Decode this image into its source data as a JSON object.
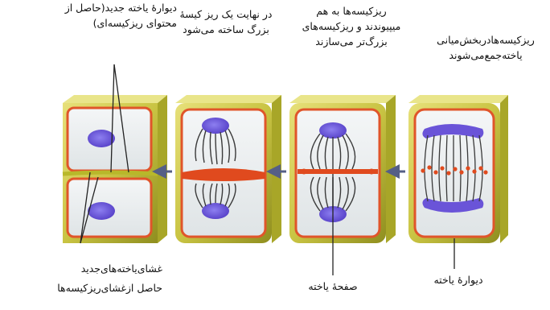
{
  "labels": {
    "top_left": "دیوارهٔ یاخته جدید(حاصل از\nمحتوای ریزکیسه‌ای)",
    "top_2": "در نهایت یک ریز کیسهٔ\nبزرگ ساخته می‌شود",
    "top_3": "ریزکیسه‌ها به هم\nمیپیوندند و ریزکیسه‌های\nبزرگ‌تر می‌سازند",
    "top_right": "ریزکیسه‌هادربخش‌میانی\nیاخته‌جمع‌می‌شوند",
    "bottom_left": "غشای‌یاخته‌های‌جدید\nحاصل از‌غشای‌ریزکیسه‌ها",
    "bottom_mid": "صفحهٔ یاخته",
    "bottom_right": "دیوارهٔ یاخته"
  },
  "colors": {
    "cell_wall": "#b8b82a",
    "membrane": "#e0552a",
    "nucleus": "#6a54d8",
    "spindle": "#3a3a3a",
    "cell_plate": "#e04a1e",
    "arrow": "#555f86"
  }
}
